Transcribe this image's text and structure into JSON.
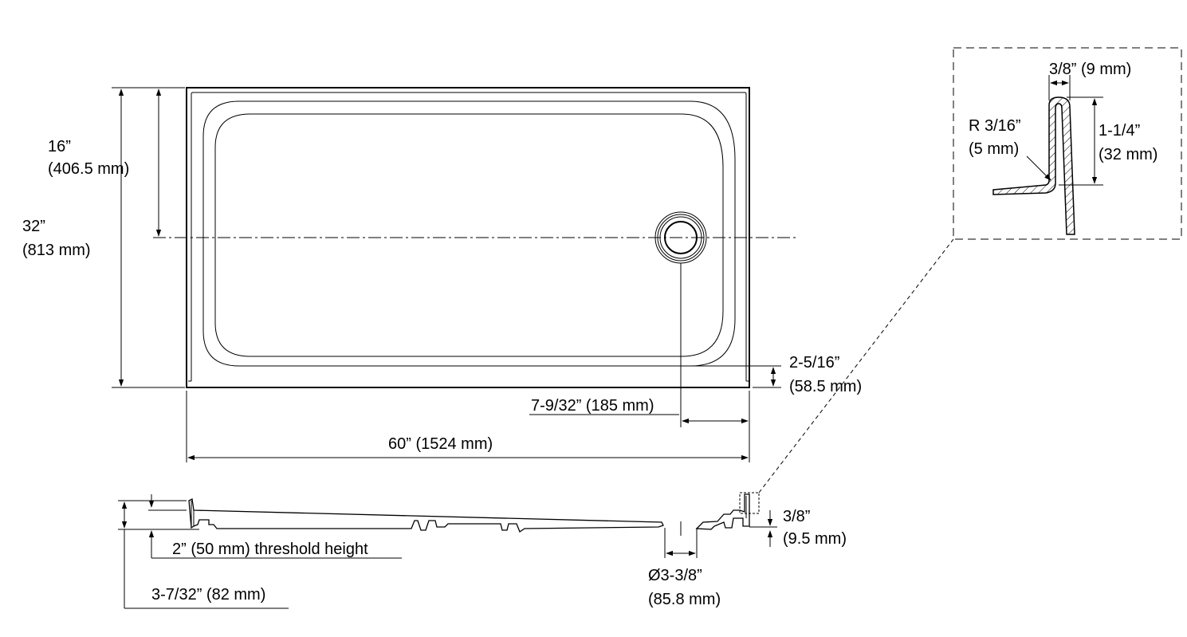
{
  "dimensions": {
    "half_width_in": "16”",
    "half_width_mm": "(406.5 mm)",
    "width_in": "32”",
    "width_mm": "(813 mm)",
    "drain_inset_in": "2-5/16”",
    "drain_inset_mm": "(58.5 mm)",
    "drain_offset": "7-9/32” (185 mm)",
    "length": "60” (1524 mm)",
    "threshold": "2” (50 mm) threshold height",
    "overall_height": "3-7/32” (82 mm)",
    "drain_diameter_in": "Ø3-3/8”",
    "drain_diameter_mm": "(85.8 mm)",
    "flange_height_in": "3/8”",
    "flange_height_mm": "(9.5 mm)"
  },
  "detail": {
    "flange_thickness": "3/8” (9 mm)",
    "radius_in": "R 3/16”",
    "radius_mm": "(5 mm)",
    "flange_rise_in": "1-1/4”",
    "flange_rise_mm": "(32 mm)"
  }
}
